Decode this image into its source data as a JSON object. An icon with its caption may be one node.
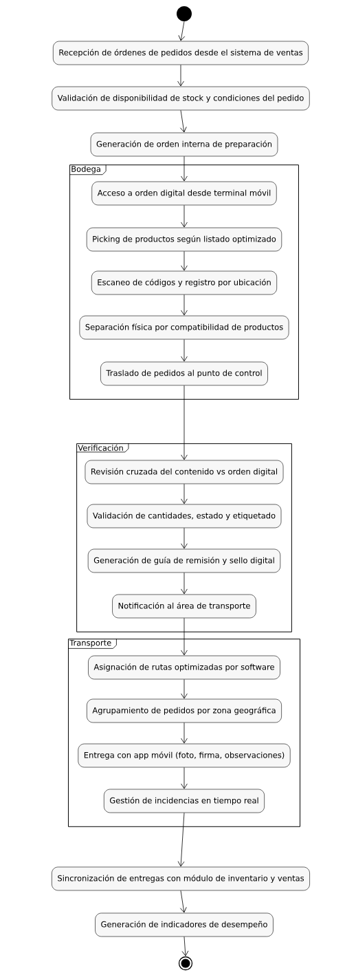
{
  "diagram": {
    "nodes": [
      {
        "text": [],
        "shape": "dot"
      },
      {
        "text": [
          "Recepción de órdenes de pedidos desde el sistema de ventas"
        ]
      },
      {
        "text": [
          "Validación de disponibilidad de stock y condiciones del pedido"
        ]
      },
      {
        "text": [
          "Generación de orden interna de preparación"
        ]
      },
      {
        "text": [
          "Bodega"
        ]
      },
      {
        "text": [
          "Acceso a orden digital desde terminal móvil"
        ],
        "in": 4
      },
      {
        "text": [
          "Picking de productos según listado optimizado"
        ],
        "in": 4
      },
      {
        "text": [
          "Escaneo de códigos y registro por ubicación"
        ],
        "in": 4
      },
      {
        "text": [
          "Separación física por compatibilidad de productos"
        ],
        "in": 4
      },
      {
        "text": [
          "Traslado de pedidos al punto de control"
        ],
        "in": 4
      },
      {
        "text": [
          "Verificación"
        ]
      },
      {
        "text": [
          "Revisión cruzada del contenido vs orden digital"
        ],
        "in": 10
      },
      {
        "text": [
          "Validación de cantidades, estado y etiquetado"
        ],
        "in": 10
      },
      {
        "text": [
          "Generación de guía de remisión y sello digital"
        ],
        "in": 10
      },
      {
        "text": [
          "Notificación al área de transporte"
        ],
        "in": 10
      },
      {
        "text": [
          "Transporte"
        ]
      },
      {
        "text": [
          "Asignación de rutas optimizadas por software"
        ],
        "in": 15
      },
      {
        "text": [
          "Agrupamiento de pedidos por zona geográfica"
        ],
        "in": 15
      },
      {
        "text": [
          "Entrega con app móvil (foto, firma, observaciones)"
        ],
        "in": 15
      },
      {
        "text": [
          "Gestión de incidencias en tiempo real"
        ],
        "in": 15
      },
      {
        "text": [
          "Sincronización de entregas con módulo de inventario y ventas"
        ]
      },
      {
        "text": [
          "Generación de indicadores de desempeño"
        ]
      },
      {
        "text": [],
        "shape": "bullseye"
      }
    ],
    "edges": [
      {
        "from": 0,
        "to": 1,
        "arrow": "to"
      },
      {
        "from": 1,
        "to": 2,
        "arrow": "to"
      },
      {
        "from": 2,
        "to": 3,
        "arrow": "to"
      },
      {
        "from": 3,
        "to": 5,
        "arrow": "to"
      },
      {
        "from": 5,
        "to": 6,
        "arrow": "to"
      },
      {
        "from": 6,
        "to": 7,
        "arrow": "to"
      },
      {
        "from": 7,
        "to": 8,
        "arrow": "to"
      },
      {
        "from": 8,
        "to": 9,
        "arrow": "to"
      },
      {
        "from": 9,
        "to": 11,
        "arrow": "to"
      },
      {
        "from": 11,
        "to": 12,
        "arrow": "to"
      },
      {
        "from": 12,
        "to": 13,
        "arrow": "to"
      },
      {
        "from": 13,
        "to": 14,
        "arrow": "to"
      },
      {
        "from": 14,
        "to": 16,
        "arrow": "to"
      },
      {
        "from": 16,
        "to": 17,
        "arrow": "to"
      },
      {
        "from": 17,
        "to": 18,
        "arrow": "to"
      },
      {
        "from": 18,
        "to": 19,
        "arrow": "to"
      },
      {
        "from": 19,
        "to": 20,
        "arrow": "to"
      },
      {
        "from": 20,
        "to": 21,
        "arrow": "to"
      },
      {
        "from": 21,
        "to": 22,
        "arrow": "to"
      }
    ]
  }
}
